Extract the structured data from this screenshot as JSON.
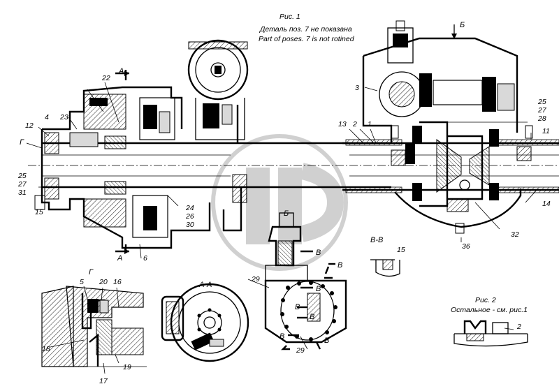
{
  "captions": {
    "fig1_title": "Рис. 1",
    "fig1_note_ru": "Деталь поз. 7 не показана",
    "fig1_note_en": "Part of poses. 7 is not rotined",
    "fig2_title": "Рис. 2",
    "fig2_note": "Остальное - см. рис.1"
  },
  "section_labels": {
    "aa_top": "А",
    "aa_bottom": "А",
    "b_top": "Б",
    "b_mid": "Б",
    "g_left": "Г",
    "g_detail": "Г",
    "aa_view": "А-А",
    "vv_view": "В-В",
    "v1": "В",
    "v2": "В",
    "v3": "В",
    "v4": "В",
    "v5": "В",
    "v6": "В",
    "v7": "В"
  },
  "callouts": {
    "n1": "1",
    "n2": "2",
    "n3": "3",
    "n4": "4",
    "n5": "5",
    "n6": "6",
    "n11": "11",
    "n12": "12",
    "n13": "13",
    "n14": "14",
    "n15": "15",
    "n15b": "15",
    "n16": "16",
    "n17": "17",
    "n18": "18",
    "n19": "19",
    "n20": "20",
    "n22": "22",
    "n23": "23",
    "n24_26_30": [
      "24",
      "26",
      "30"
    ],
    "n25_27_31": [
      "25",
      "27",
      "31"
    ],
    "n25_27_28": [
      "25",
      "27",
      "28"
    ],
    "n29a": "29",
    "n29b": "29",
    "n32": "32",
    "n36": "36",
    "n2b": "2"
  },
  "watermark_icon": "circular-logo-icon"
}
